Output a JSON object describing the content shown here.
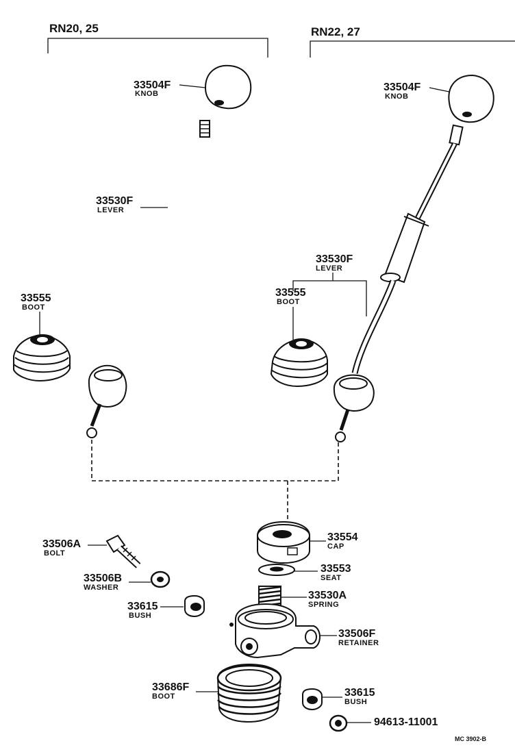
{
  "models": {
    "left": "RN20, 25",
    "right": "RN22, 27"
  },
  "parts": {
    "knob_left": {
      "num": "33504F",
      "name": "KNOB"
    },
    "knob_right": {
      "num": "33504F",
      "name": "KNOB"
    },
    "lever_left": {
      "num": "33530F",
      "name": "LEVER"
    },
    "lever_right": {
      "num": "33530F",
      "name": "LEVER"
    },
    "boot_left": {
      "num": "33555",
      "name": "BOOT"
    },
    "boot_right": {
      "num": "33555",
      "name": "BOOT"
    },
    "cap": {
      "num": "33554",
      "name": "CAP"
    },
    "seat": {
      "num": "33553",
      "name": "SEAT"
    },
    "spring": {
      "num": "33530A",
      "name": "SPRING"
    },
    "retainer": {
      "num": "33506F",
      "name": "RETAINER"
    },
    "bush_right": {
      "num": "33615",
      "name": "BUSH"
    },
    "bolt": {
      "num": "33506A",
      "name": "BOLT"
    },
    "washer": {
      "num": "33506B",
      "name": "WASHER"
    },
    "bush_left": {
      "num": "33615",
      "name": "BUSH"
    },
    "boot_lower": {
      "num": "33686F",
      "name": "BOOT"
    },
    "extra_washer": {
      "num": "94613-11001"
    }
  },
  "diagram_code": "MC 3902-B"
}
